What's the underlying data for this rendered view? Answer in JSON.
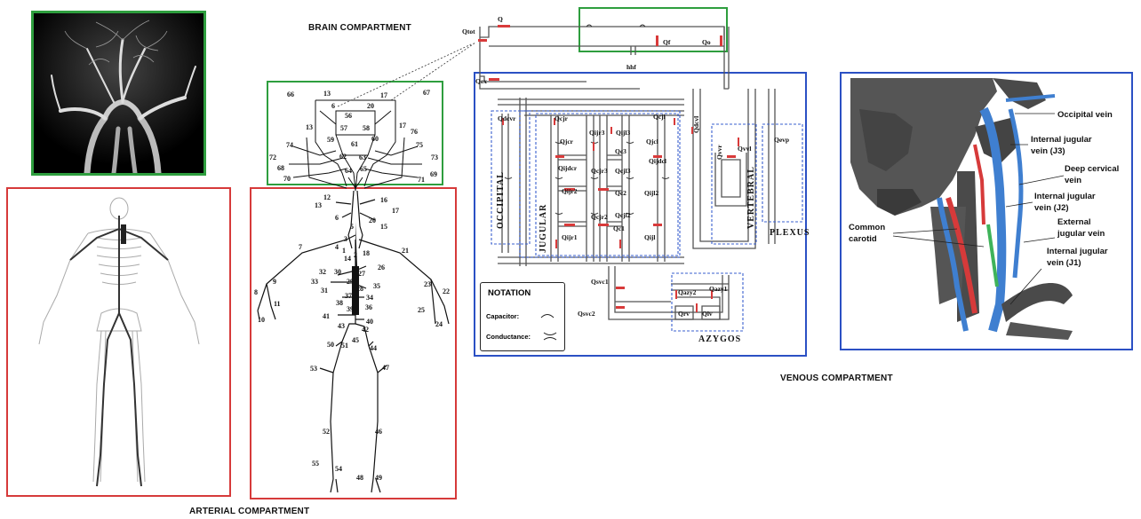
{
  "colors": {
    "green": "#2e9e3e",
    "red": "#d63a3a",
    "blue": "#2b50c4",
    "dashed_blue": "#3a5fcf",
    "pipe": "#555555",
    "valve": "#d83a3a"
  },
  "titles": {
    "brain": "BRAIN COMPARTMENT",
    "arterial": "ARTERIAL COMPARTMENT",
    "venous": "VENOUS COMPARTMENT"
  },
  "brain_numbers": [
    "66",
    "13",
    "17",
    "67",
    "6",
    "20",
    "56",
    "57",
    "58",
    "13",
    "17",
    "76",
    "59",
    "61",
    "60",
    "74",
    "75",
    "72",
    "62",
    "63",
    "73",
    "68",
    "64",
    "65",
    "69",
    "70",
    "71"
  ],
  "artery_numbers": [
    "12",
    "16",
    "13",
    "17",
    "6",
    "20",
    "15",
    "5",
    "3",
    "7",
    "4",
    "21",
    "1",
    "18",
    "14",
    "2",
    "26",
    "32",
    "30",
    "27",
    "33",
    "29",
    "35",
    "23",
    "22",
    "9",
    "31",
    "28",
    "8",
    "37",
    "34",
    "11",
    "38",
    "36",
    "25",
    "10",
    "39",
    "24",
    "41",
    "40",
    "43",
    "42",
    "50",
    "45",
    "44",
    "51",
    "53",
    "47",
    "52",
    "46",
    "55",
    "54",
    "48",
    "49"
  ],
  "venous_labels": [
    "Qtot",
    "Q",
    "Qf",
    "Qo",
    "hhf",
    "Qex",
    "Qdcvr",
    "Qcjr",
    "Qcjl",
    "Qdcvl",
    "Qjcr",
    "Qijr3",
    "Qijl3",
    "Qjcl",
    "Qvvr",
    "Qvvl",
    "Qevp",
    "Qc3",
    "Qijdcr",
    "Qcjr3",
    "Qcjl3",
    "Qijdcl",
    "Qijr2",
    "Qc2",
    "Qijl2",
    "Qcjr2",
    "Qcjl2",
    "Qc1",
    "Qijr1",
    "Qijl",
    "Qsvc1",
    "Qazy2",
    "Qazy1",
    "Qsvc2",
    "Qrv",
    "Qlv"
  ],
  "venous_regions": [
    "OCCIPITAL",
    "JUGULAR",
    "VERTEBRAL",
    "PLEXUS",
    "AZYGOS"
  ],
  "notation": {
    "title": "NOTATION",
    "capacitor": "Capacitor:",
    "conductance": "Conductance:"
  },
  "annotations": {
    "occipital": "Occipital vein",
    "ij3a": "Internal jugular",
    "ij3b": "vein (J3)",
    "dcva": "Deep cervical",
    "dcvb": "vein",
    "ij2a": "Internal jugular",
    "ij2b": "vein (J2)",
    "cc1": "Common",
    "cc2": "carotid",
    "eja": "External",
    "ejb": "jugular vein",
    "ij1a": "Internal jugular",
    "ij1b": "vein (J1)"
  }
}
